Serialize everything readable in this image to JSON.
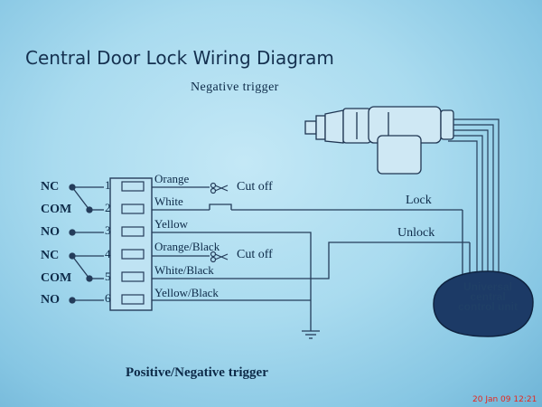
{
  "title": "Central Door Lock Wiring Diagram",
  "subtitle": "Negative trigger",
  "footer": "Positive/Negative trigger",
  "relay_terminals": [
    {
      "label": "NC",
      "pin": "1"
    },
    {
      "label": "COM",
      "pin": "2"
    },
    {
      "label": "NO",
      "pin": "3"
    },
    {
      "label": "NC",
      "pin": "4"
    },
    {
      "label": "COM",
      "pin": "5"
    },
    {
      "label": "NO",
      "pin": "6"
    }
  ],
  "wires": [
    "Orange",
    "White",
    "Yellow",
    "Orange/Black",
    "White/Black",
    "Yellow/Black"
  ],
  "cut_off_label": "Cut off",
  "lock_label": "Lock",
  "unlock_label": "Unlock",
  "control_unit_label": "Universal central control unit",
  "photo_timestamp": "20 Jan 09 12:21",
  "colors": {
    "line": "#243c5a",
    "unit_fill": "#1c3a66",
    "unit_text": "#1f3f66",
    "timestamp": "#e8261c"
  }
}
